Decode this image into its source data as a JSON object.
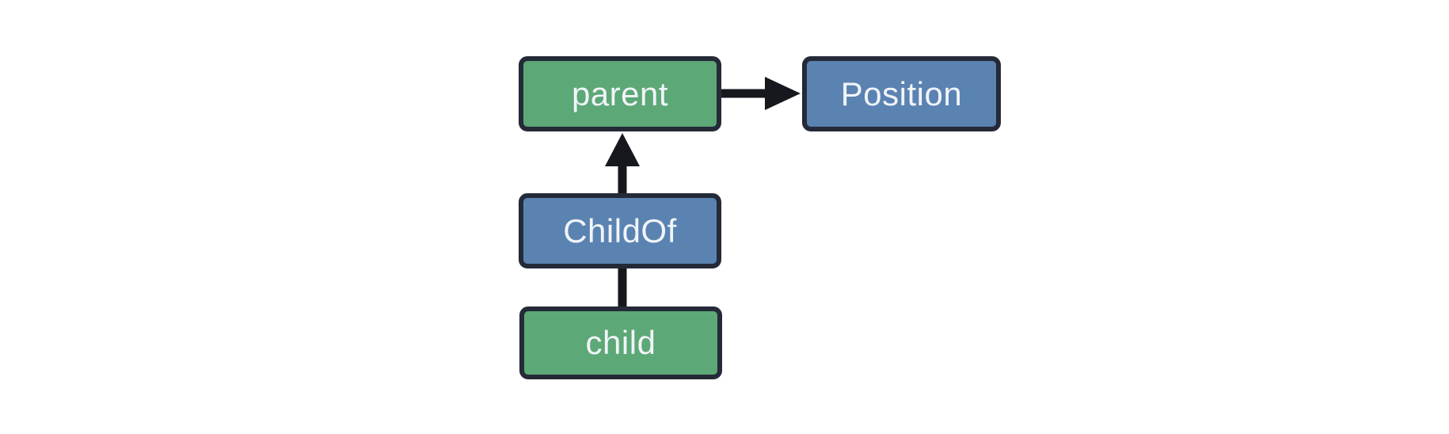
{
  "diagram": {
    "background": "#FFFFFF",
    "nodes": [
      {
        "id": "parent",
        "label": "parent",
        "fill": "#5CA876",
        "text_color": "#F1F4F9"
      },
      {
        "id": "Position",
        "label": "Position",
        "fill": "#5A83B2",
        "text_color": "#F1F4F9"
      },
      {
        "id": "ChildOf",
        "label": "ChildOf",
        "fill": "#5A83B2",
        "text_color": "#F1F4F9"
      },
      {
        "id": "child",
        "label": "child",
        "fill": "#5CA876",
        "text_color": "#F1F4F9"
      }
    ],
    "edges": [
      {
        "from": "parent",
        "to": "Position",
        "type": "arrow",
        "direction": "right"
      },
      {
        "from": "ChildOf",
        "to": "parent",
        "type": "arrow",
        "direction": "up"
      },
      {
        "from": "child",
        "to": "ChildOf",
        "type": "line",
        "direction": "up"
      }
    ],
    "colors": {
      "border": "#242A37",
      "edge": "#16181E",
      "entity_fill": "#5CA876",
      "component_fill": "#5A83B2",
      "label_text": "#F1F4F9"
    }
  }
}
